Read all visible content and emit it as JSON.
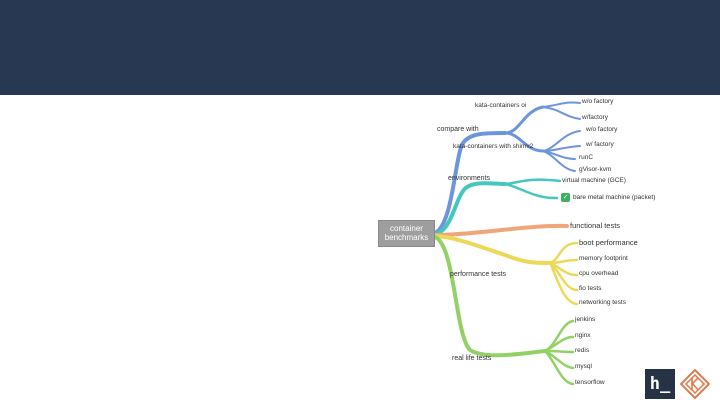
{
  "colors": {
    "header": "#283852",
    "branch_blue": "#6d95dc",
    "branch_teal": "#45c7bd",
    "branch_orange": "#efa77a",
    "branch_yellow": "#ecd95a",
    "branch_green": "#92d166"
  },
  "mindmap": {
    "root": [
      "container",
      "benchmarks"
    ],
    "compare": {
      "label": "compare with",
      "kata_oi": "kata-containers oi",
      "kata_shim": "kata-containers with shimv2",
      "leaves": [
        "w/o factory",
        "w/factory",
        "w/o factory",
        "w/ factory",
        "runC",
        "gVisor-kvm"
      ]
    },
    "environments": {
      "label": "environments",
      "leaves": [
        "virtual machine (GCE)",
        "bare metal machine (packet)"
      ]
    },
    "functional": "functional tests",
    "performance": {
      "label": "performance tests",
      "leaves": [
        "boot performance",
        "memory footprint",
        "cpu overhead",
        "fio tests",
        "networking tests"
      ]
    },
    "real_life": {
      "label": "real life tests",
      "leaves": [
        "jenkins",
        "nginx",
        "redis",
        "mysql",
        "tensorflow"
      ]
    }
  },
  "logos": {
    "h_logo": "h_",
    "k_logo_icon": "diamond-k-icon"
  }
}
